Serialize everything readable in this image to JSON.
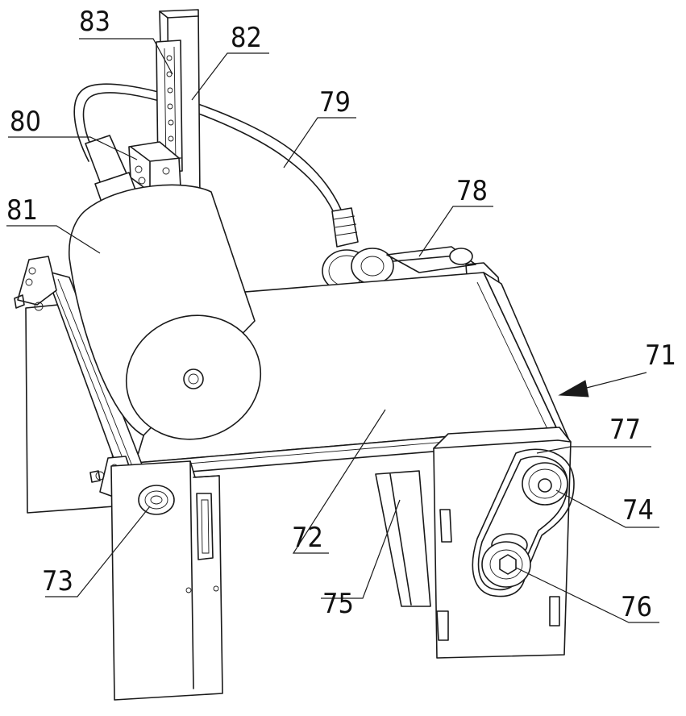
{
  "labels": [
    {
      "id": "83",
      "text": "83"
    },
    {
      "id": "82",
      "text": "82"
    },
    {
      "id": "79",
      "text": "79"
    },
    {
      "id": "80",
      "text": "80"
    },
    {
      "id": "78",
      "text": "78"
    },
    {
      "id": "81",
      "text": "81"
    },
    {
      "id": "71",
      "text": "71"
    },
    {
      "id": "77",
      "text": "77"
    },
    {
      "id": "74",
      "text": "74"
    },
    {
      "id": "72",
      "text": "72"
    },
    {
      "id": "73",
      "text": "73"
    },
    {
      "id": "75",
      "text": "75"
    },
    {
      "id": "76",
      "text": "76"
    }
  ]
}
